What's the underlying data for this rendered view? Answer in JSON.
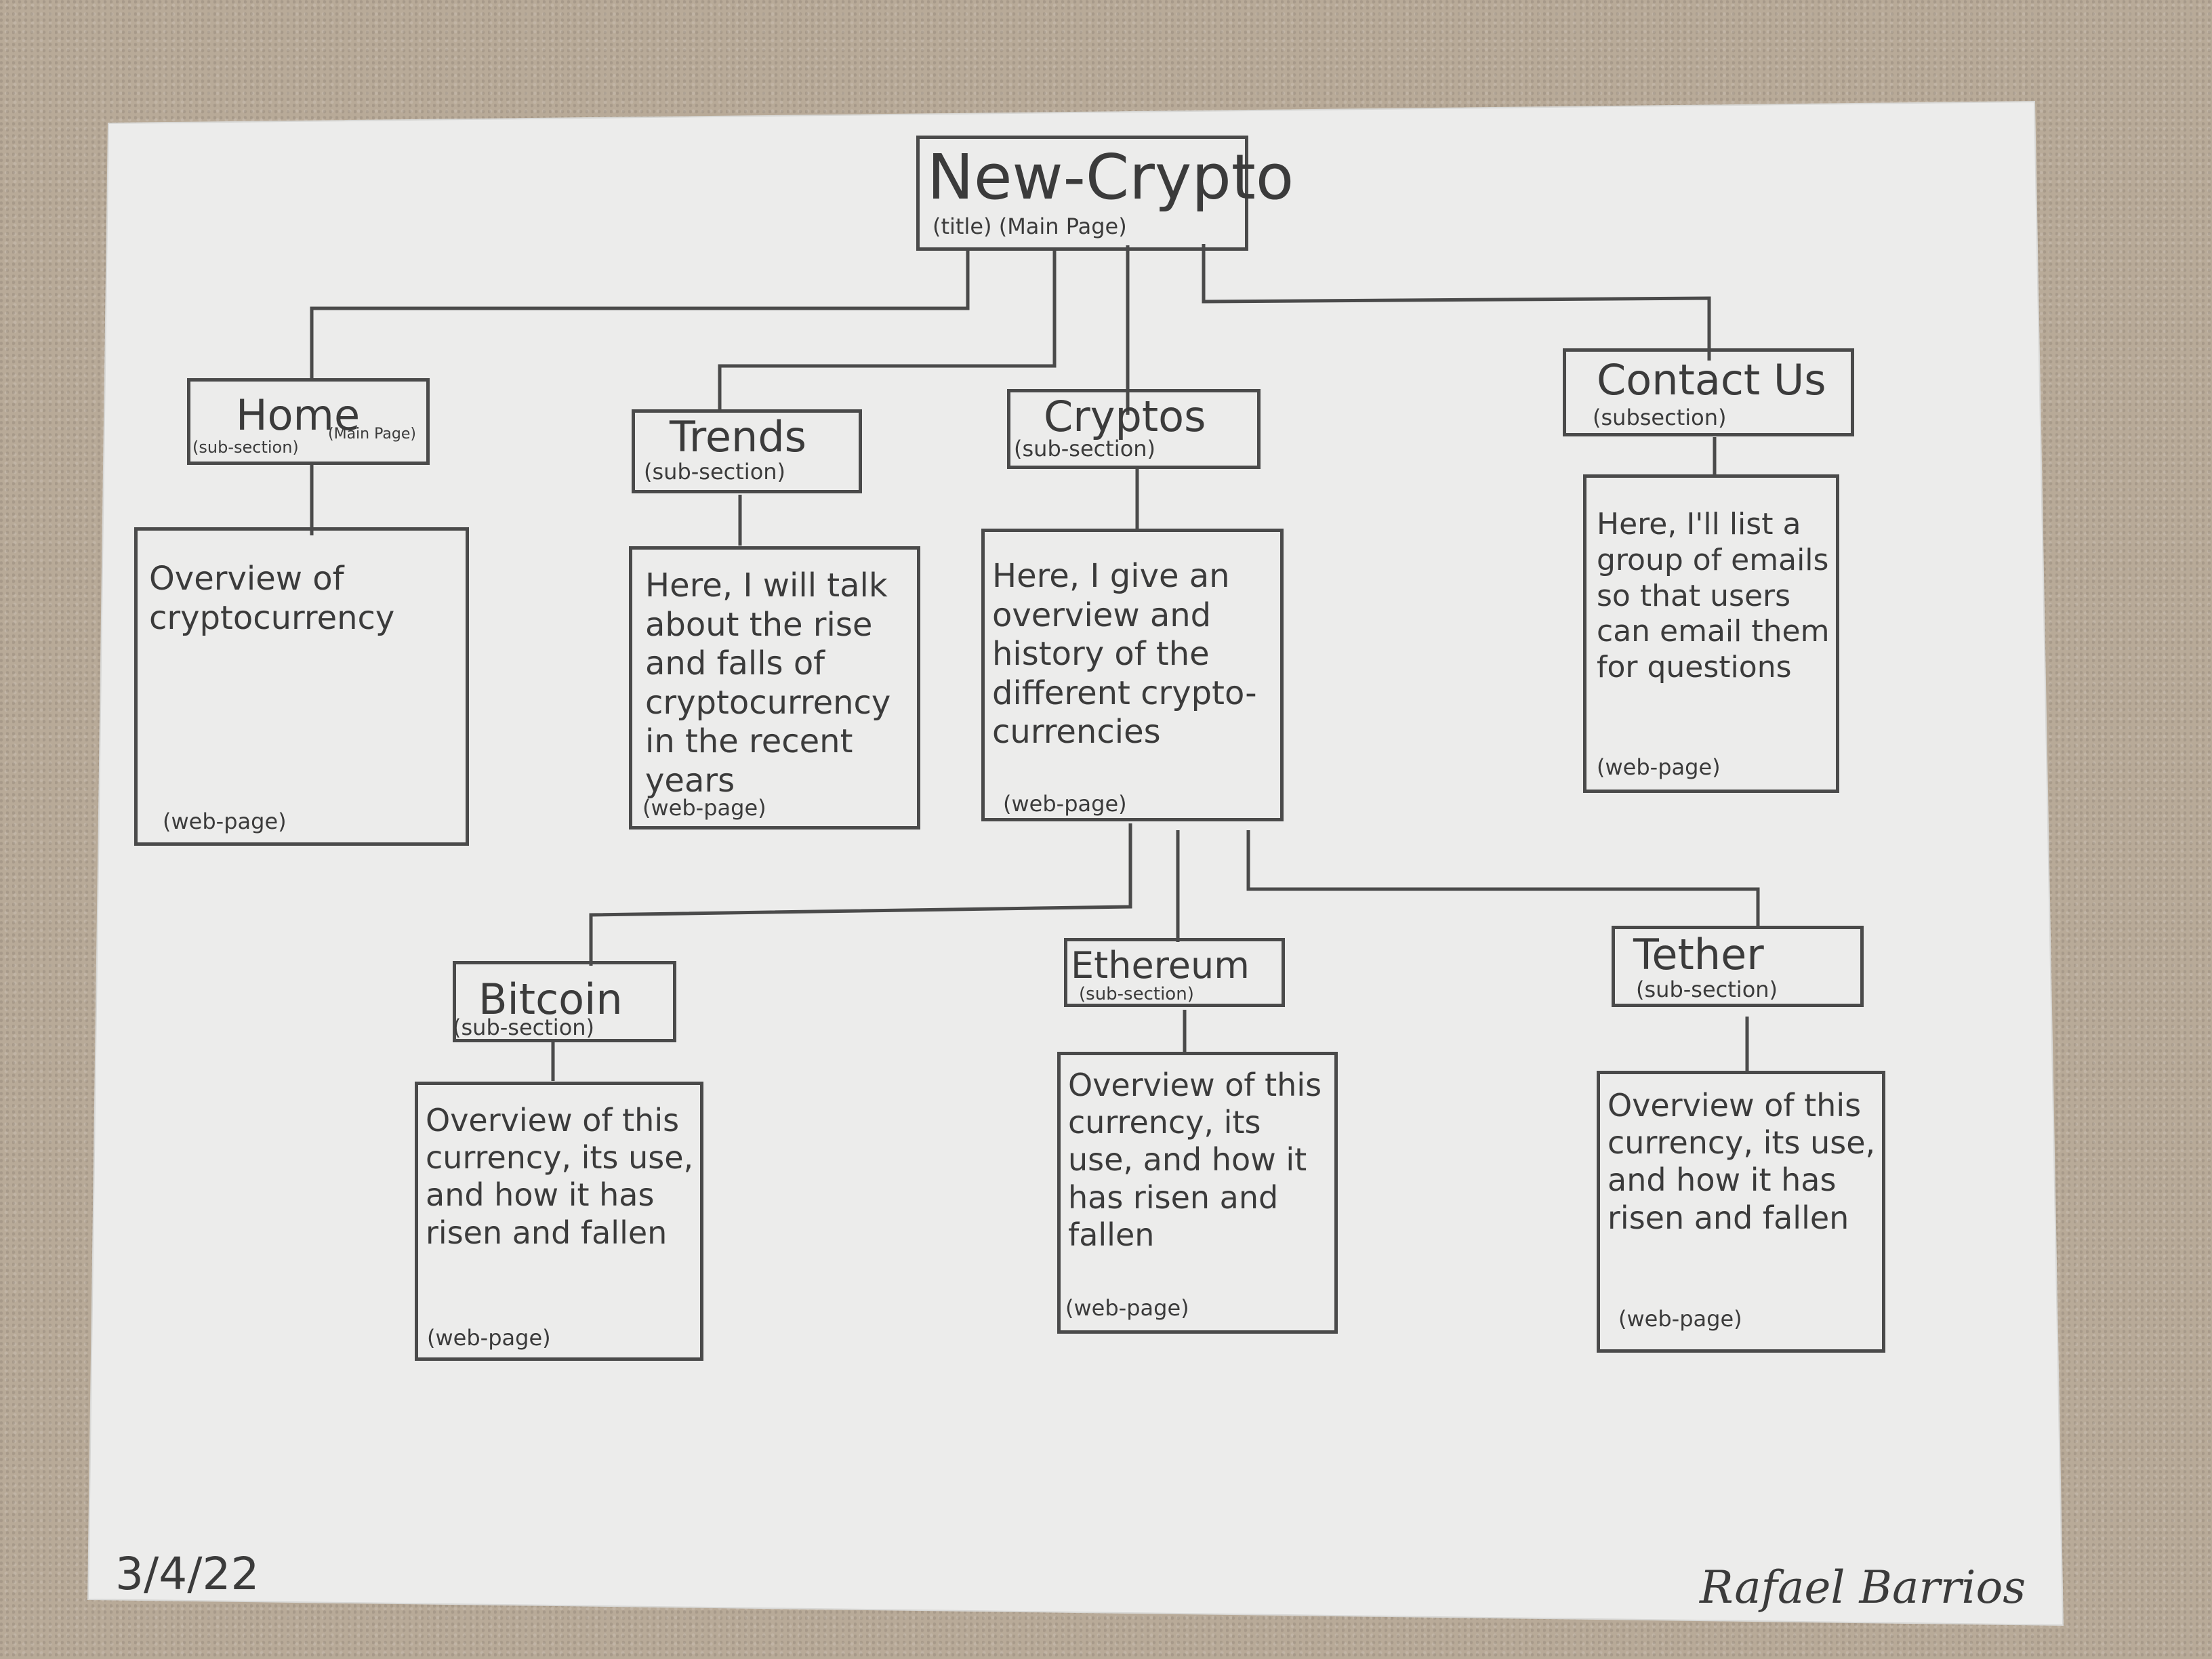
{
  "title_node": {
    "title": "New-Crypto",
    "note": "(title) (Main Page)"
  },
  "sections": {
    "home": {
      "title": "Home",
      "note1": "(sub-section)",
      "note2": "(Main Page)",
      "desc": "Overview of cryptocurrency",
      "footer": "(web-page)"
    },
    "trends": {
      "title": "Trends",
      "note": "(sub-section)",
      "desc": "Here, I will talk about the rise and falls of cryptocurrency in the recent years",
      "footer": "(web-page)"
    },
    "cryptos": {
      "title": "Cryptos",
      "note": "(sub-section)",
      "desc": "Here, I give an overview and history of the different crypto-currencies",
      "footer": "(web-page)"
    },
    "contact": {
      "title": "Contact Us",
      "note": "(subsection)",
      "desc": "Here, I'll list a group of emails so that users can email them for questions",
      "footer": "(web-page)"
    }
  },
  "currencies": {
    "bitcoin": {
      "title": "Bitcoin",
      "note": "(sub-section)",
      "desc": "Overview of this currency, its use, and how it has risen and fallen",
      "footer": "(web-page)"
    },
    "ethereum": {
      "title": "Ethereum",
      "note": "(sub-section)",
      "desc": "Overview of this currency, its use, and how it has risen and fallen",
      "footer": "(web-page)"
    },
    "tether": {
      "title": "Tether",
      "note": "(sub-section)",
      "desc": "Overview of this currency, its use, and how it has risen and fallen",
      "footer": "(web-page)"
    }
  },
  "date": "3/4/22",
  "signature": "Rafael Barrios",
  "colors": {
    "paper": "#ececeb",
    "ink": "#4a4a4a",
    "table": "#b8aa98"
  }
}
